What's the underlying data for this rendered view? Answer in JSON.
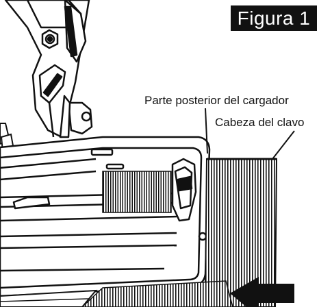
{
  "figure": {
    "badge_label": "Figura 1",
    "callouts": {
      "magazine_back": "Parte posterior del cargador",
      "nail_head": "Cabeza del clavo"
    }
  },
  "colors": {
    "badge_bg": "#111111",
    "badge_text": "#ffffff",
    "line_art": "#111111",
    "paper": "#ffffff"
  }
}
